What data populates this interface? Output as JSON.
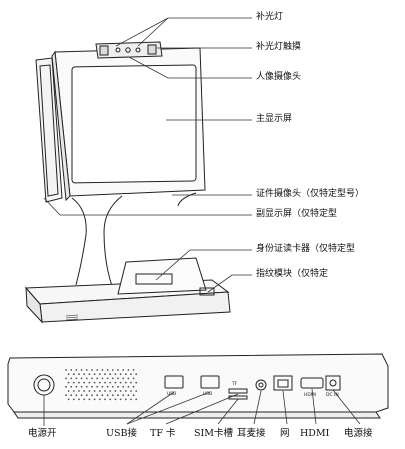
{
  "callouts": {
    "fill_light": "补光灯",
    "fill_light_touch": "补光灯触摸",
    "face_camera": "人像摄像头",
    "main_screen": "主显示屏",
    "id_camera": "证件摄像头（仅特定型号）",
    "sub_screen": "副显示屏（仅特定型",
    "id_card_reader": "身份证读卡器（仅特定型",
    "fingerprint_module": "指纹模块（仅特定"
  },
  "ports": {
    "power_switch": "电源开",
    "usb_port": "USB接",
    "tf_card": "TF 卡",
    "sim_card_slot": "SIM卡槽",
    "earphone_port": "耳麦接",
    "network_port": "网",
    "hdmi": "HDMI",
    "power_port": "电源接"
  },
  "panel_marks": {
    "usb_1": "USB",
    "usb_2": "USB",
    "tf_mark": "TF",
    "hdmi_mark": "HDMI",
    "dc_mark": "DC IN"
  }
}
